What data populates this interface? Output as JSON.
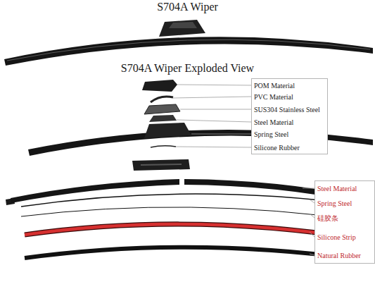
{
  "diagram": {
    "title": "S704A Wiper",
    "nodes": [
      {
        "text": [
          "POM Material",
          "PVC Material",
          "SUS304 Stainless Steel",
          "Steel Material",
          "Spring Steel",
          "Silicone Rubber"
        ]
      },
      {
        "text": [
          "Steel Material",
          "Spring Steel",
          "硅胶条",
          "Silicone Strip",
          "Natural Rubber"
        ]
      }
    ],
    "edges": [],
    "labels": [
      "S704A Wiper Exploded View"
    ]
  }
}
